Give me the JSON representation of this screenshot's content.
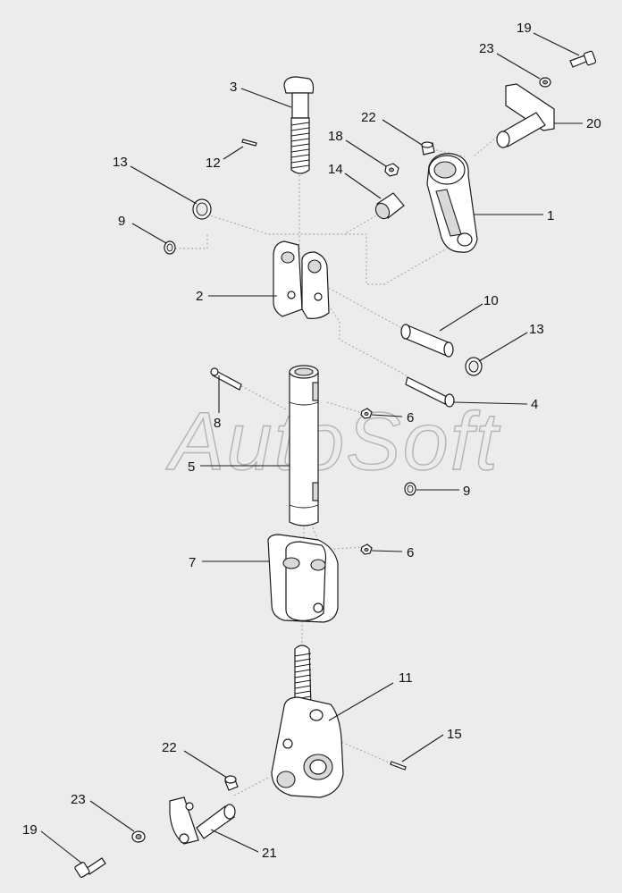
{
  "watermark": "AutoSoft",
  "colors": {
    "background": "#ececec",
    "line": "#1a1a1a",
    "part_fill": "#ffffff",
    "shade": "#d9d9d9",
    "watermark": "#b4b4b4"
  },
  "callouts": {
    "c19_top": "19",
    "c23_top": "23",
    "c20": "20",
    "c3": "3",
    "c22_top": "22",
    "c18": "18",
    "c12": "12",
    "c13_left": "13",
    "c14": "14",
    "c1": "1",
    "c9_left": "9",
    "c2": "2",
    "c10": "10",
    "c13_right": "13",
    "c4": "4",
    "c8": "8",
    "c6_top": "6",
    "c5": "5",
    "c9_right": "9",
    "c7": "7",
    "c6_bottom": "6",
    "c11": "11",
    "c15": "15",
    "c22_bottom": "22",
    "c23_bottom": "23",
    "c19_bottom": "19",
    "c21": "21"
  }
}
